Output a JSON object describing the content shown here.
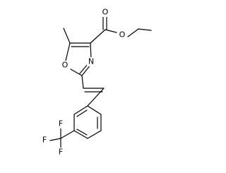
{
  "molecule": {
    "atoms": {
      "carbonyl_oxygen": "O",
      "ester_oxygen": "O",
      "ring_nitrogen": "N",
      "ring_oxygen": "O",
      "fluorine_top": "F",
      "fluorine_left": "F",
      "fluorine_bottom": "F"
    }
  }
}
